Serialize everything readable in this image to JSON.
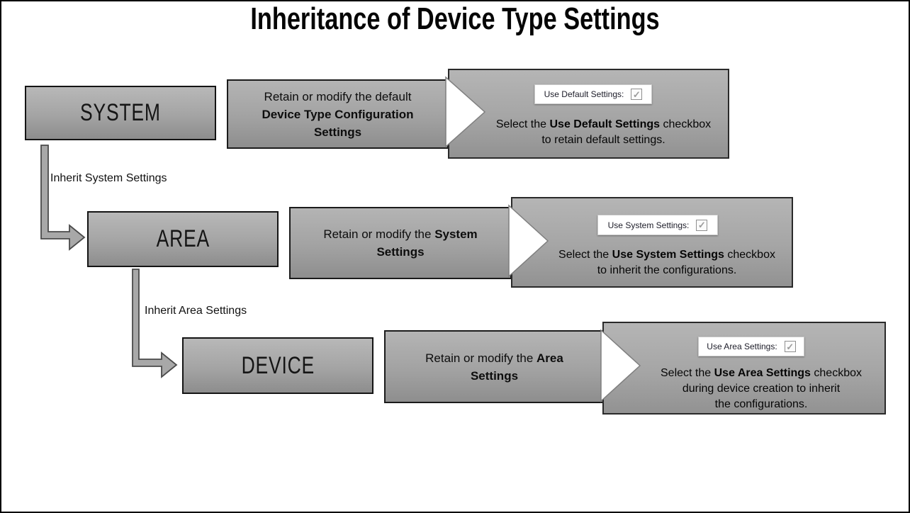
{
  "title": "Inheritance of Device Type Settings",
  "rows": [
    {
      "level": "SYSTEM",
      "middle": {
        "line1": "Retain or modify the default",
        "bold": "Device Type Configuration Settings"
      },
      "checkbox": {
        "label": "Use Default Settings:",
        "checked": true,
        "check_glyph": "✓"
      },
      "result": {
        "line1_pre": "Select the ",
        "line1_bold": "Use Default Settings",
        "line1_post": " checkbox",
        "line2": "to retain default settings."
      }
    },
    {
      "level": "AREA",
      "middle": {
        "pre": "Retain or modify the ",
        "bold": "System Settings"
      },
      "checkbox": {
        "label": "Use System Settings:",
        "checked": true,
        "check_glyph": "✓"
      },
      "result": {
        "line1_pre": "Select the ",
        "line1_bold": "Use System Settings",
        "line1_post": " checkbox",
        "line2": "to inherit the configurations."
      }
    },
    {
      "level": "DEVICE",
      "middle": {
        "pre": "Retain or modify the ",
        "bold": "Area Settings"
      },
      "checkbox": {
        "label": "Use Area Settings:",
        "checked": true,
        "check_glyph": "✓"
      },
      "result": {
        "line1_pre": "Select the ",
        "line1_bold": "Use Area Settings",
        "line1_post": " checkbox",
        "line2": "during device creation to inherit",
        "line3": "the configurations."
      }
    }
  ],
  "connectors": [
    {
      "label": "Inherit System Settings"
    },
    {
      "label": "Inherit Area Settings"
    }
  ],
  "colors": {
    "box_gradient_top": "#b6b6b6",
    "box_gradient_bottom": "#8d8d8d",
    "box_border": "#1a1a1a",
    "arrow_fill": "#a8a8a8",
    "arrow_stroke": "#4a4a4a",
    "pointer_fill": "#ffffff",
    "pointer_stroke": "#7f7f7f",
    "checkbox_check": "#9b9b9b",
    "text": "#0d0d0d"
  }
}
